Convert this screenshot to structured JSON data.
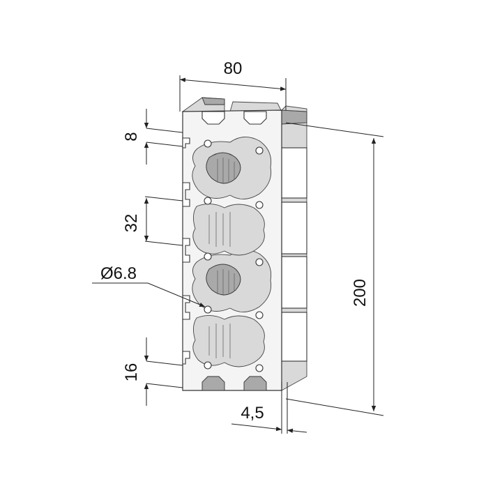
{
  "dimensions": {
    "width": "80",
    "length": "200",
    "slot_top": "8",
    "pitch": "32",
    "hole": "Ø6.8",
    "edge": "16",
    "wall": "4,5"
  },
  "colors": {
    "line": "#222222",
    "body": "#f4f4f4",
    "shade": "#d9d9d9",
    "dark": "#a9a9a9"
  }
}
